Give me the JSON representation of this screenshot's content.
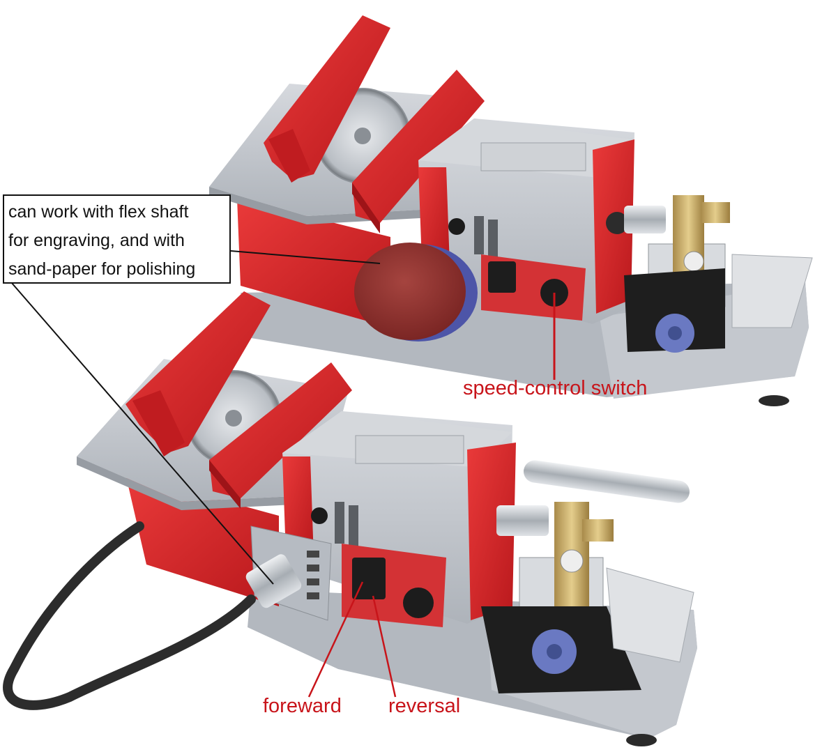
{
  "annotations": {
    "callout_lines": [
      "can work with flex shaft",
      "for engraving, and with",
      "sand-paper for polishing"
    ],
    "speed_control": "speed-control switch",
    "forward": "foreward",
    "reversal": "reversal"
  },
  "colors": {
    "machine_red": "#d8272b",
    "body_grey": "#c9cdd3",
    "label_red": "#c8141a"
  }
}
